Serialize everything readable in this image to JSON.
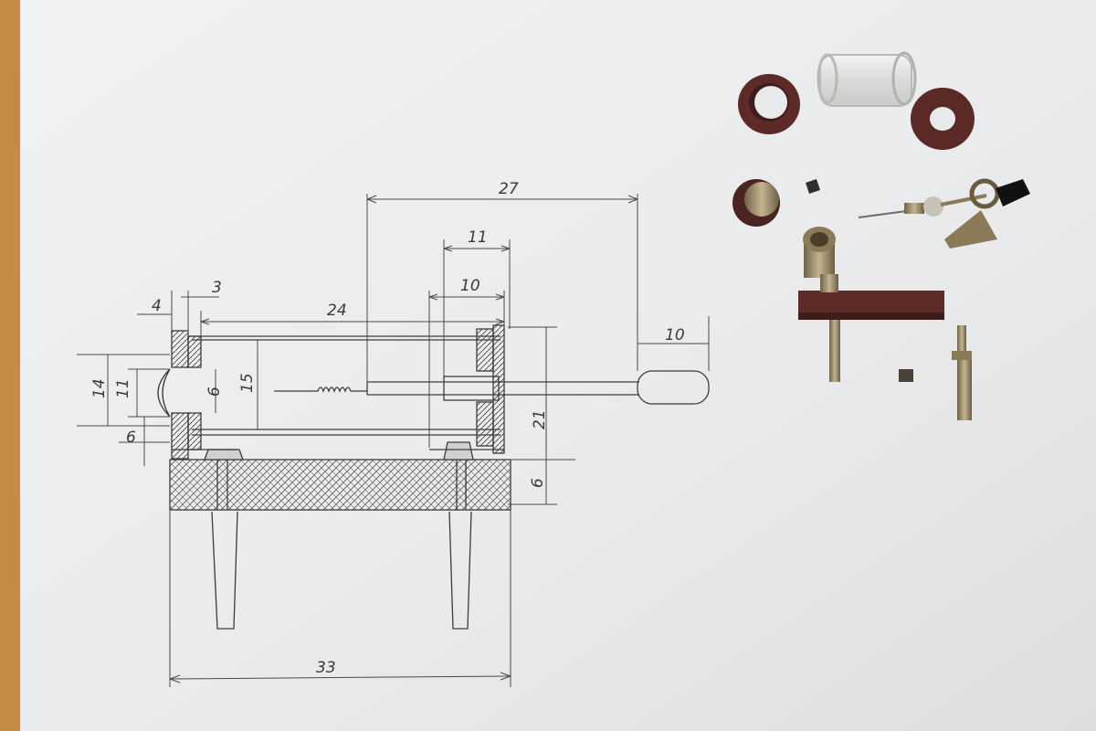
{
  "drawing": {
    "dims": {
      "d27": "27",
      "d11": "11",
      "d10a": "10",
      "d3": "3",
      "d4": "4",
      "d24": "24",
      "d14": "14",
      "d11b": "11",
      "d6a": "6",
      "d15": "15",
      "d6b": "6",
      "d21": "21",
      "d6c": "6",
      "d10b": "10",
      "d33": "33"
    }
  },
  "palette": {
    "desk": "#c58a45",
    "paper": "#eceef0",
    "pencil": "#3c3c3c",
    "bakelite": "#5a2c28",
    "brass": "#9a8a68"
  }
}
